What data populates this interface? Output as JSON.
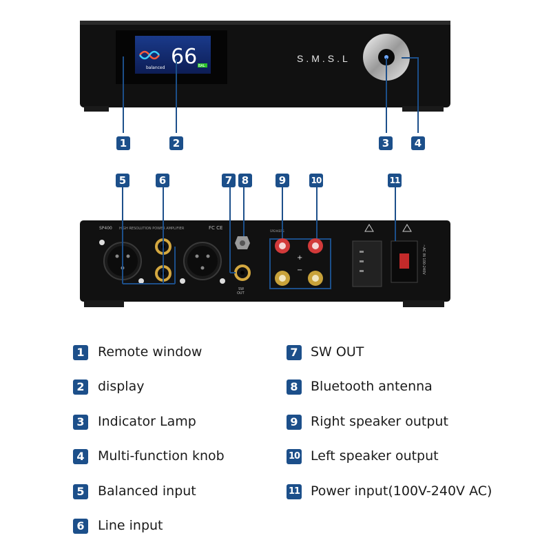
{
  "device": {
    "brand": "S.M.S.L",
    "display": {
      "volume": "66",
      "mode": "balanced",
      "tag": "BAL"
    },
    "rear_panel": {
      "model": "SP400",
      "model_desc": "HIGH RESOLUTION POWER AMPLIFIER",
      "speakers_label": "SPEAKERS",
      "plus": "+",
      "minus": "−",
      "sw_out_label": "SW\nOUT",
      "ac_label": "~AC IN 100-240V"
    }
  },
  "callouts": [
    "1",
    "2",
    "3",
    "4",
    "5",
    "6",
    "7",
    "8",
    "9",
    "10",
    "11"
  ],
  "legend": {
    "left": [
      {
        "num": "1",
        "text": "Remote window"
      },
      {
        "num": "2",
        "text": "display"
      },
      {
        "num": "3",
        "text": "Indicator Lamp"
      },
      {
        "num": "4",
        "text": "Multi-function knob"
      },
      {
        "num": "5",
        "text": "Balanced input"
      },
      {
        "num": "6",
        "text": "Line input"
      }
    ],
    "right": [
      {
        "num": "7",
        "text": "SW OUT"
      },
      {
        "num": "8",
        "text": "Bluetooth antenna"
      },
      {
        "num": "9",
        "text": "Right speaker output"
      },
      {
        "num": "10",
        "text": "Left speaker output"
      },
      {
        "num": "11",
        "text": "Power input(100V-240V AC)"
      }
    ]
  },
  "colors": {
    "badge": "#1c4f8a",
    "device": "#111111",
    "callout_line": "#1c4f8a"
  }
}
